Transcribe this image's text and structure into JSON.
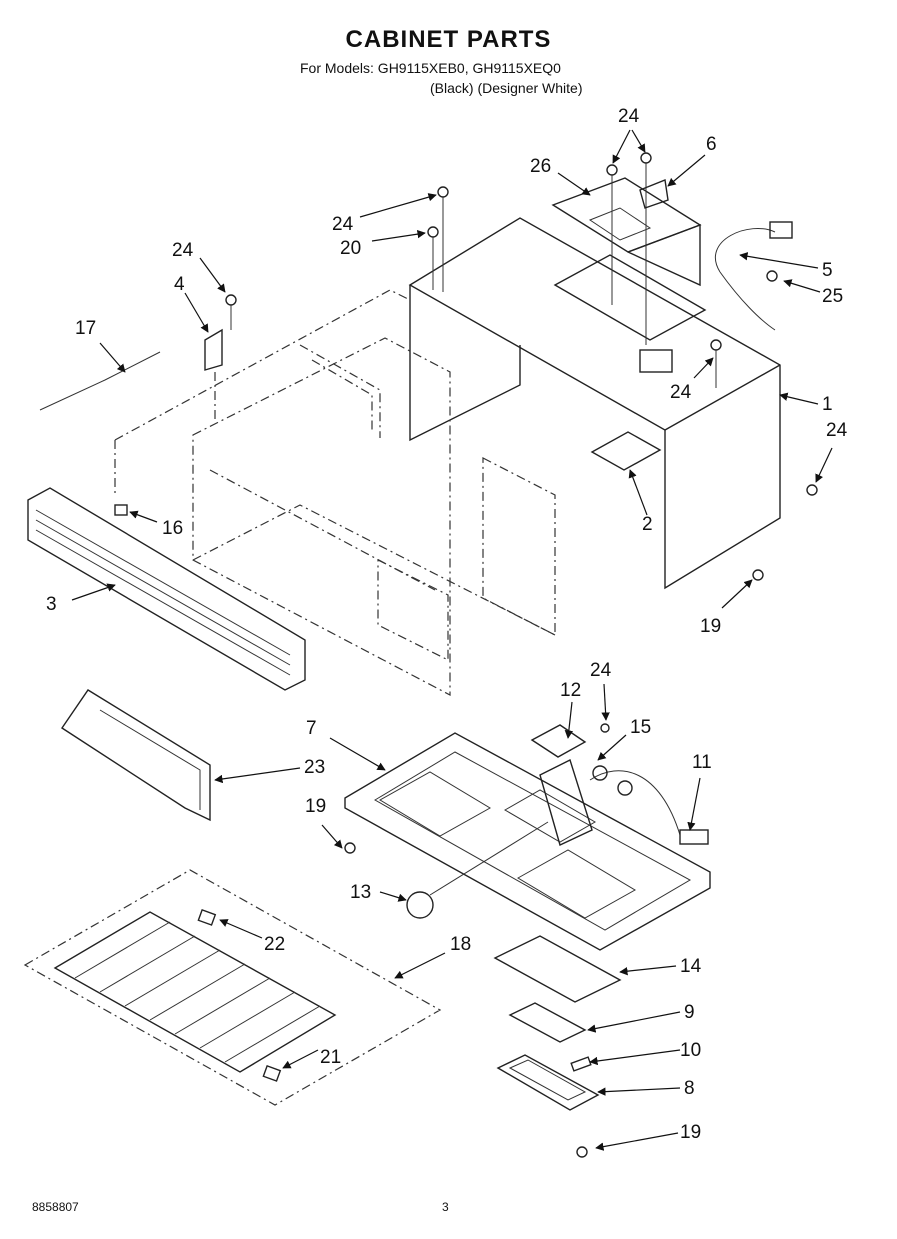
{
  "header": {
    "title": "CABINET PARTS",
    "models": "For Models: GH9115XEB0, GH9115XEQ0",
    "variants": "(Black)  (Designer White)"
  },
  "footer": {
    "doc_number": "8858807",
    "page": "3"
  },
  "callouts": {
    "p1": "1",
    "p2": "2",
    "p3": "3",
    "p4": "4",
    "p5": "5",
    "p6": "6",
    "p7": "7",
    "p8": "8",
    "p9": "9",
    "p10": "10",
    "p11": "11",
    "p12": "12",
    "p13": "13",
    "p14": "14",
    "p15": "15",
    "p16": "16",
    "p17": "17",
    "p18": "18",
    "p19a": "19",
    "p19b": "19",
    "p19c": "19",
    "p20": "20",
    "p21": "21",
    "p22": "22",
    "p23": "23",
    "p24a": "24",
    "p24b": "24",
    "p24c": "24",
    "p24d": "24",
    "p24e": "24",
    "p24f": "24",
    "p25": "25",
    "p26": "26"
  }
}
